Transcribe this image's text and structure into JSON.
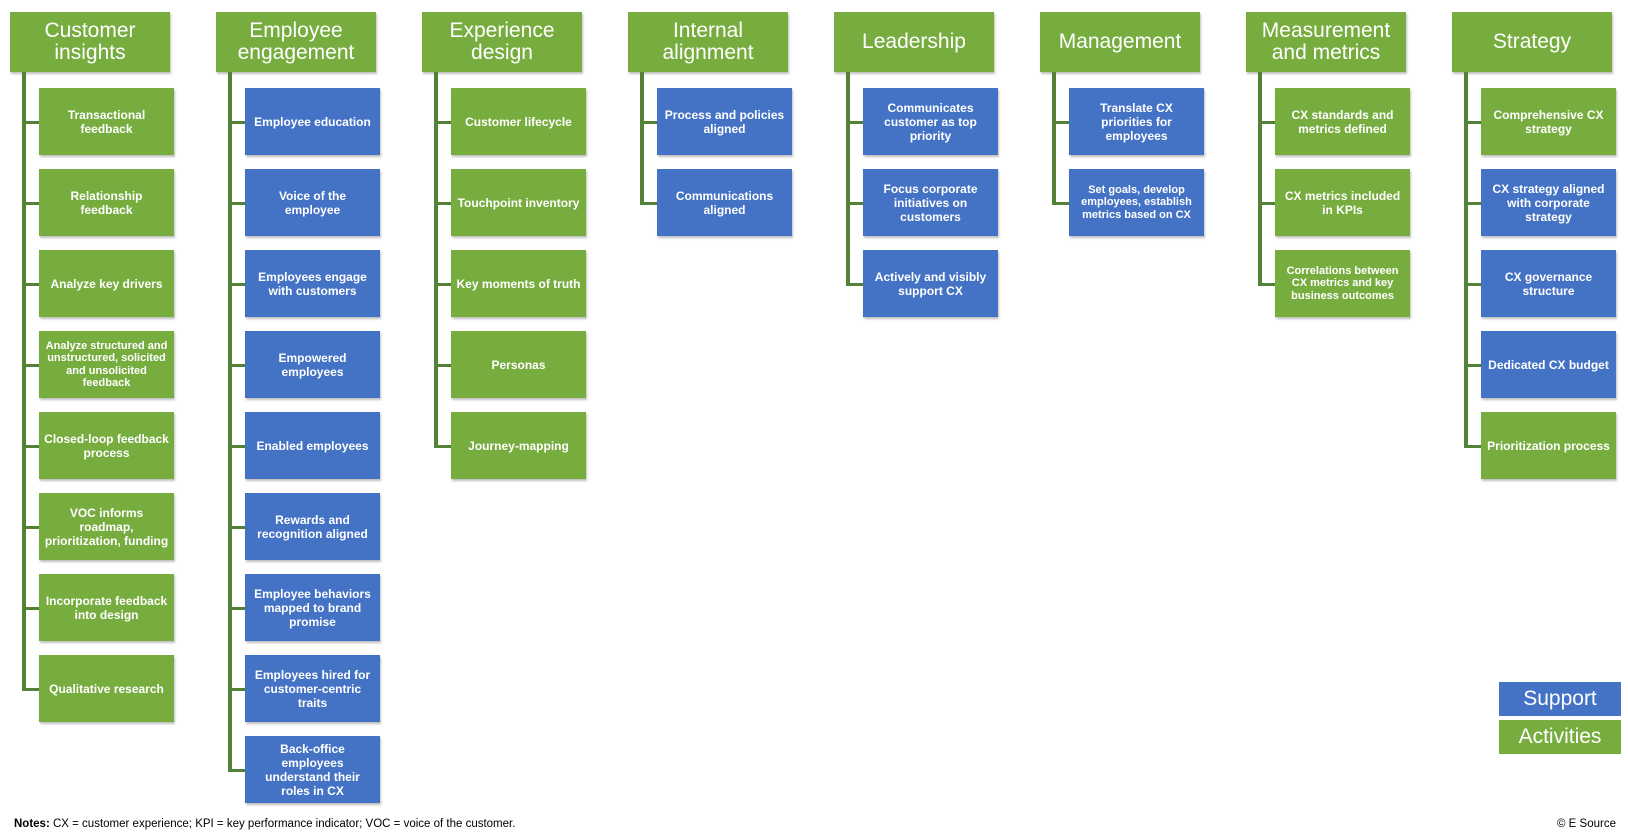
{
  "colors": {
    "activity": "#77ac3f",
    "support": "#4472c4",
    "connector": "#538135"
  },
  "columns": [
    {
      "title": "Customer insights",
      "items": [
        {
          "text": "Transactional feedback",
          "type": "activity"
        },
        {
          "text": "Relationship feedback",
          "type": "activity"
        },
        {
          "text": "Analyze key drivers",
          "type": "activity"
        },
        {
          "text": "Analyze structured and unstructured, solicited and unsolicited feedback",
          "type": "activity"
        },
        {
          "text": "Closed-loop feedback process",
          "type": "activity"
        },
        {
          "text": "VOC informs roadmap, prioritization, funding",
          "type": "activity"
        },
        {
          "text": "Incorporate feedback into design",
          "type": "activity"
        },
        {
          "text": "Qualitative research",
          "type": "activity"
        }
      ]
    },
    {
      "title": "Employee engagement",
      "items": [
        {
          "text": "Employee education",
          "type": "support"
        },
        {
          "text": "Voice of the employee",
          "type": "support"
        },
        {
          "text": "Employees engage with customers",
          "type": "support"
        },
        {
          "text": "Empowered employees",
          "type": "support"
        },
        {
          "text": "Enabled employees",
          "type": "support"
        },
        {
          "text": "Rewards and recognition aligned",
          "type": "support"
        },
        {
          "text": "Employee behaviors mapped to brand promise",
          "type": "support"
        },
        {
          "text": "Employees hired for customer-centric traits",
          "type": "support"
        },
        {
          "text": "Back-office employees understand their roles in CX",
          "type": "support"
        }
      ]
    },
    {
      "title": "Experience design",
      "items": [
        {
          "text": "Customer lifecycle",
          "type": "activity"
        },
        {
          "text": "Touchpoint inventory",
          "type": "activity"
        },
        {
          "text": "Key moments of truth",
          "type": "activity"
        },
        {
          "text": "Personas",
          "type": "activity"
        },
        {
          "text": "Journey-mapping",
          "type": "activity"
        }
      ]
    },
    {
      "title": "Internal alignment",
      "items": [
        {
          "text": "Process and policies aligned",
          "type": "support"
        },
        {
          "text": "Communications aligned",
          "type": "support"
        }
      ]
    },
    {
      "title": "Leadership",
      "items": [
        {
          "text": "Communicates customer as top priority",
          "type": "support"
        },
        {
          "text": "Focus corporate initiatives on customers",
          "type": "support"
        },
        {
          "text": "Actively and visibly support CX",
          "type": "support"
        }
      ]
    },
    {
      "title": "Management",
      "items": [
        {
          "text": "Translate CX priorities for employees",
          "type": "support"
        },
        {
          "text": "Set goals, develop employees, establish metrics based on CX",
          "type": "support"
        }
      ]
    },
    {
      "title": "Measurement and metrics",
      "items": [
        {
          "text": "CX standards and metrics defined",
          "type": "activity"
        },
        {
          "text": "CX metrics included in KPIs",
          "type": "activity"
        },
        {
          "text": "Correlations between CX metrics and key business outcomes",
          "type": "activity"
        }
      ]
    },
    {
      "title": "Strategy",
      "items": [
        {
          "text": "Comprehensive CX strategy",
          "type": "activity"
        },
        {
          "text": "CX strategy aligned with corporate strategy",
          "type": "support"
        },
        {
          "text": "CX governance structure",
          "type": "support"
        },
        {
          "text": "Dedicated CX budget",
          "type": "support"
        },
        {
          "text": "Prioritization process",
          "type": "activity"
        }
      ]
    }
  ],
  "legend": {
    "support_label": "Support",
    "activities_label": "Activities"
  },
  "notes": {
    "label": "Notes:",
    "text": " CX = customer experience; KPI = key performance indicator; VOC = voice of the customer."
  },
  "credit": "© E Source"
}
